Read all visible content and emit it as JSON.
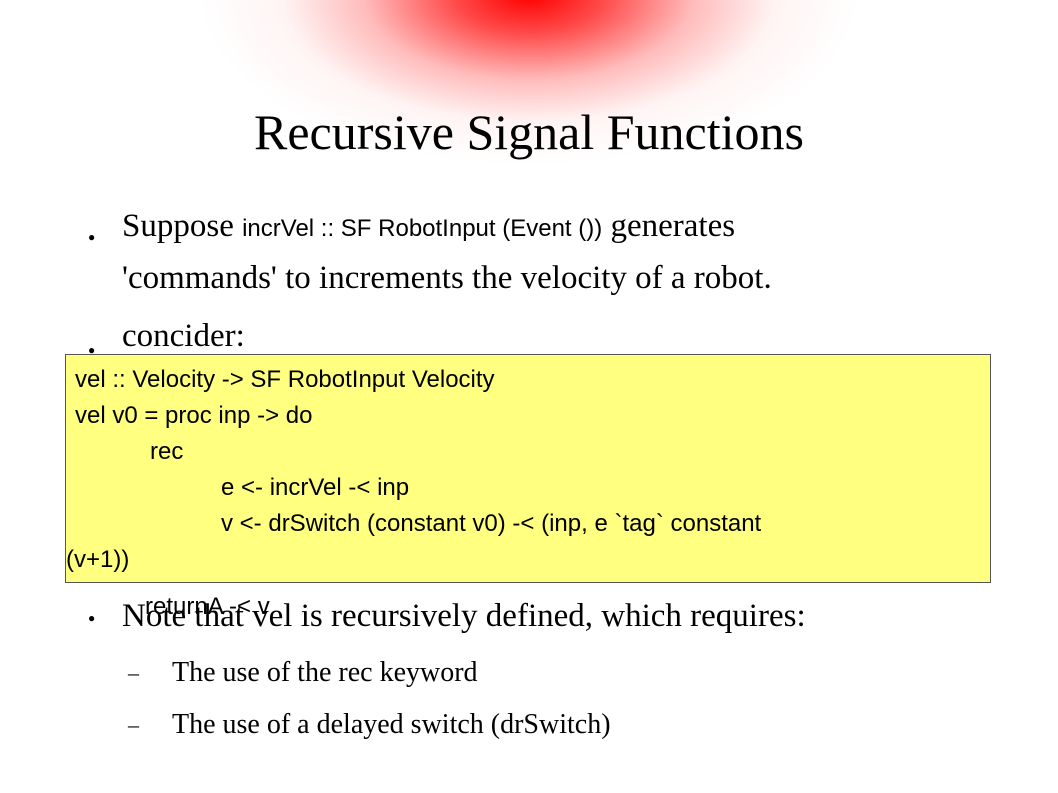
{
  "slide": {
    "title": "Recursive Signal Functions",
    "bullet_glyph": "●",
    "sub_glyph": "–",
    "bullets": [
      {
        "prefix": "Suppose ",
        "code": "incrVel :: SF RobotInput (Event ())",
        "suffix": " generates",
        "line2": "'commands' to increments the velocity of a robot."
      },
      {
        "text": "concider:"
      },
      {
        "text": "Note that vel is recursively defined, which requires:"
      }
    ],
    "sub_bullets": [
      "The use of the rec keyword",
      "The use of a delayed switch (drSwitch)"
    ],
    "code_block": {
      "lines": [
        "vel :: Velocity -> SF RobotInput Velocity",
        "vel v0 = proc inp -> do",
        "rec",
        "e <- incrVel -< inp",
        "v <- drSwitch (constant v0) -< (inp, e `tag` constant",
        "(v+1))"
      ],
      "overflow_line": "returnA -< v",
      "background": "#ffff80"
    }
  }
}
